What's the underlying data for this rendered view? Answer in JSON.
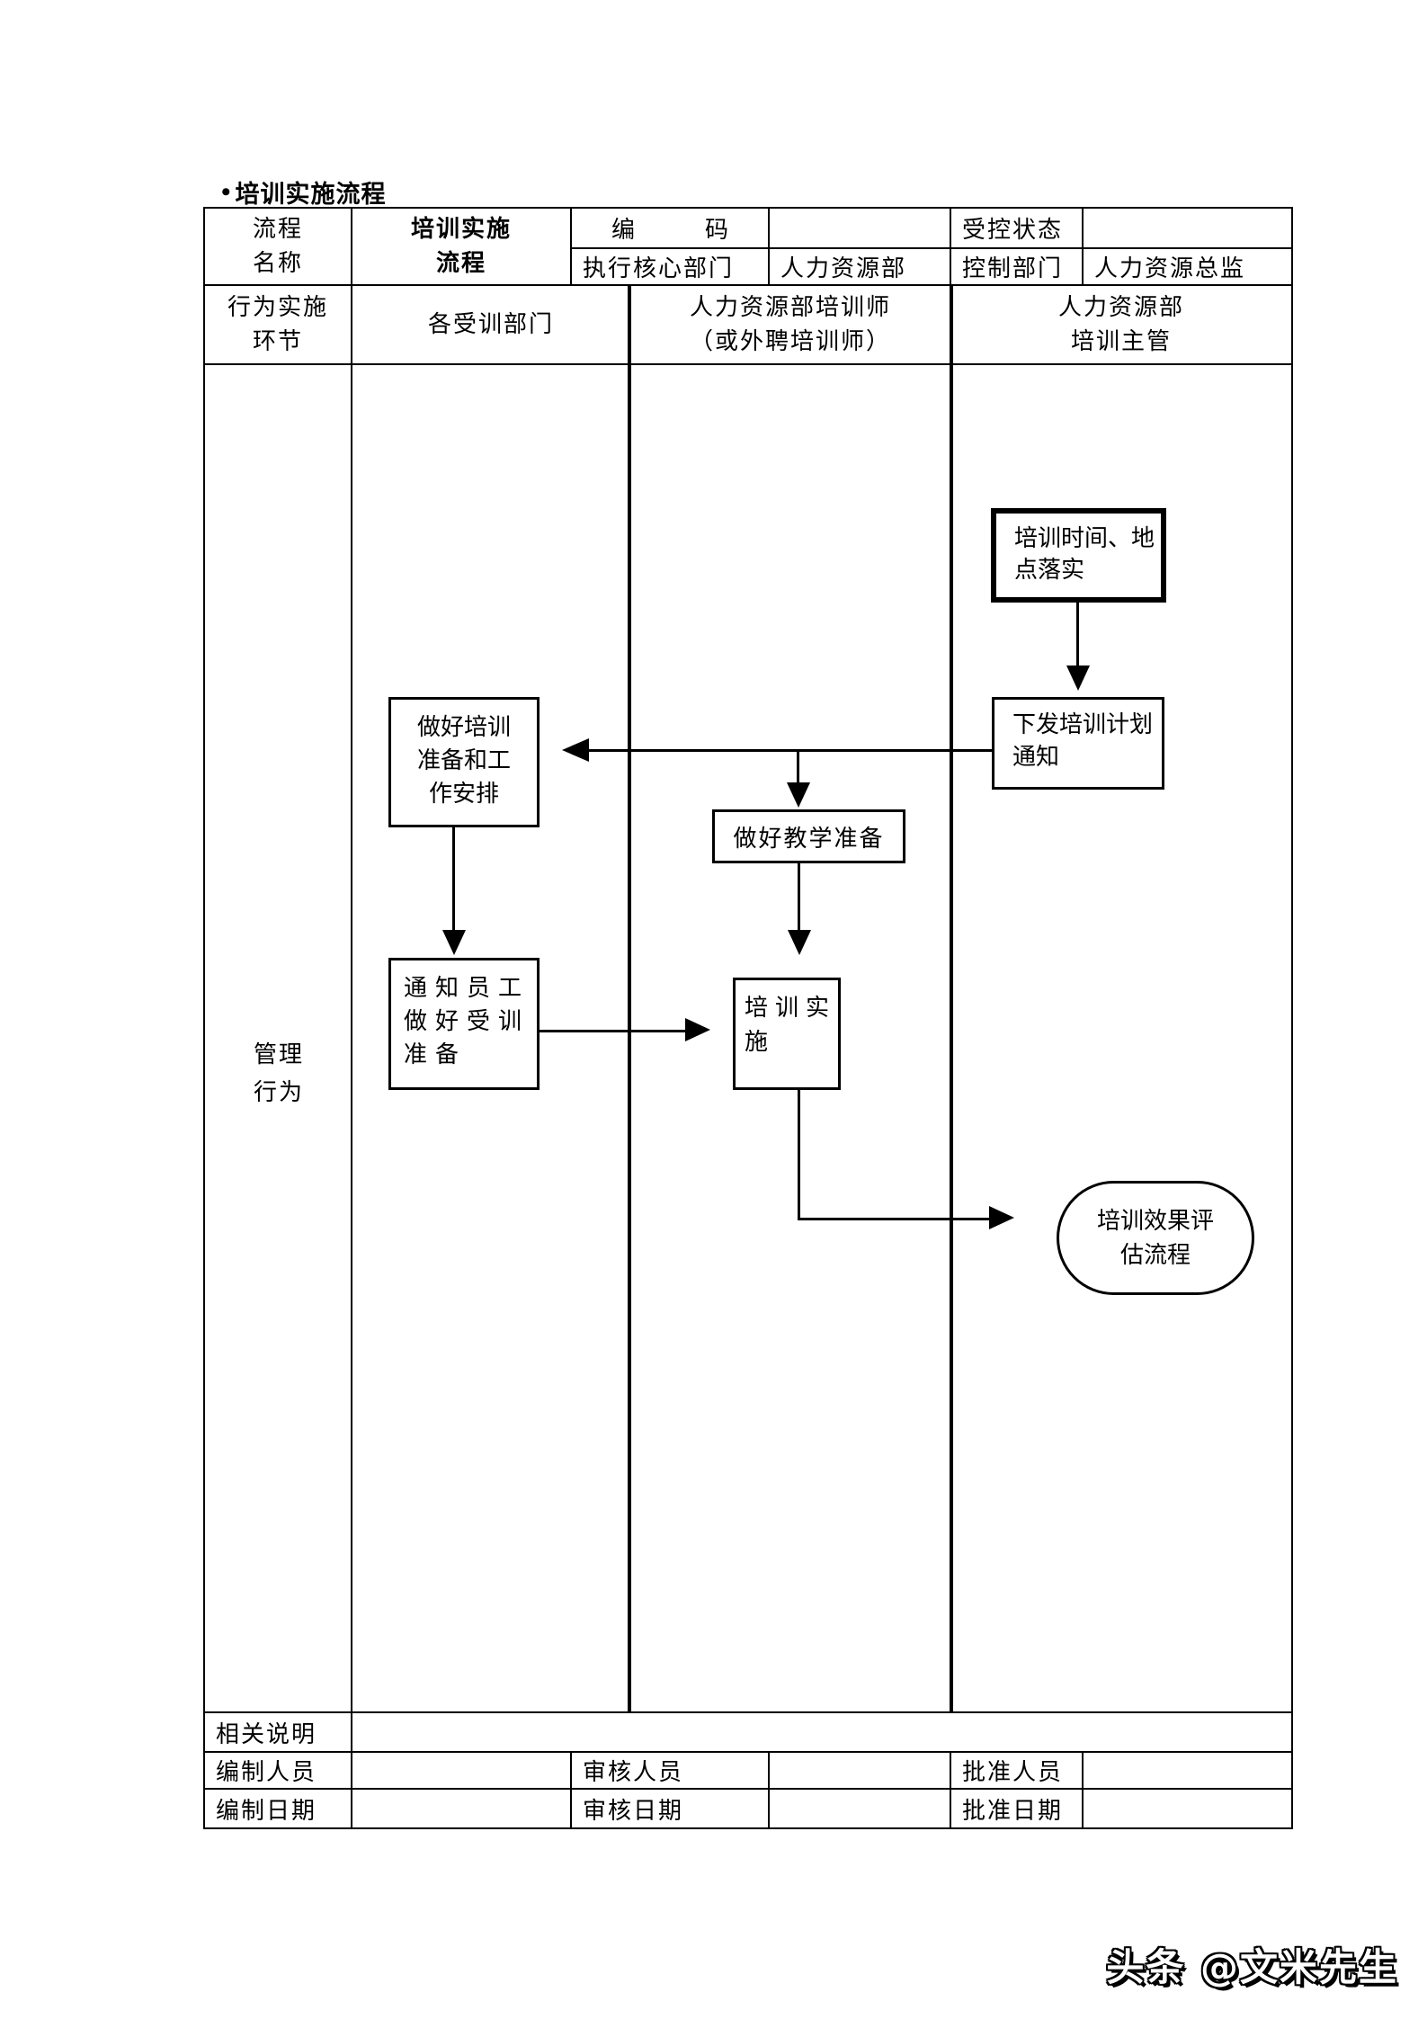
{
  "page": {
    "title_bullet": "•",
    "title": "培训实施流程",
    "watermark": "头条 @文米先生"
  },
  "header": {
    "name_label": [
      "流程",
      "名称"
    ],
    "name_value": [
      "培训实施",
      "流程"
    ],
    "code_label": "编　　　码",
    "code_value": "",
    "control_status_label": "受控状态",
    "control_status_value": "",
    "exec_dept_label": "执行核心部门",
    "exec_dept_value": "人力资源部",
    "control_dept_label": "控制部门",
    "control_dept_value": "人力资源总监"
  },
  "lane_header": {
    "label": [
      "行为实施",
      "环节"
    ],
    "lane1": "各受训部门",
    "lane2": [
      "人力资源部培训师",
      "（或外聘培训师）"
    ],
    "lane3": [
      "人力资源部",
      "培训主管"
    ]
  },
  "body": {
    "row_label": [
      "管理",
      "行为"
    ],
    "nodes": {
      "confirm_time": [
        "培训时间、地",
        "点落实"
      ],
      "issue_notice": [
        "下发培训计划",
        "通知"
      ],
      "prepare_training": [
        "做好培训",
        "准备和工",
        "作安排"
      ],
      "prepare_teaching": "做好教学准备",
      "notify_staff": [
        "通知员工",
        "做好受训",
        "准备"
      ],
      "implement": [
        "培训实",
        "施"
      ],
      "evaluate": [
        "培训效果评",
        "估流程"
      ]
    }
  },
  "footer": {
    "notes_label": "相关说明",
    "notes_value": "",
    "row1": {
      "c1": "编制人员",
      "v1": "",
      "c2": "审核人员",
      "v2": "",
      "c3": "批准人员",
      "v3": ""
    },
    "row2": {
      "c1": "编制日期",
      "v1": "",
      "c2": "审核日期",
      "v2": "",
      "c3": "批准日期",
      "v3": ""
    }
  }
}
